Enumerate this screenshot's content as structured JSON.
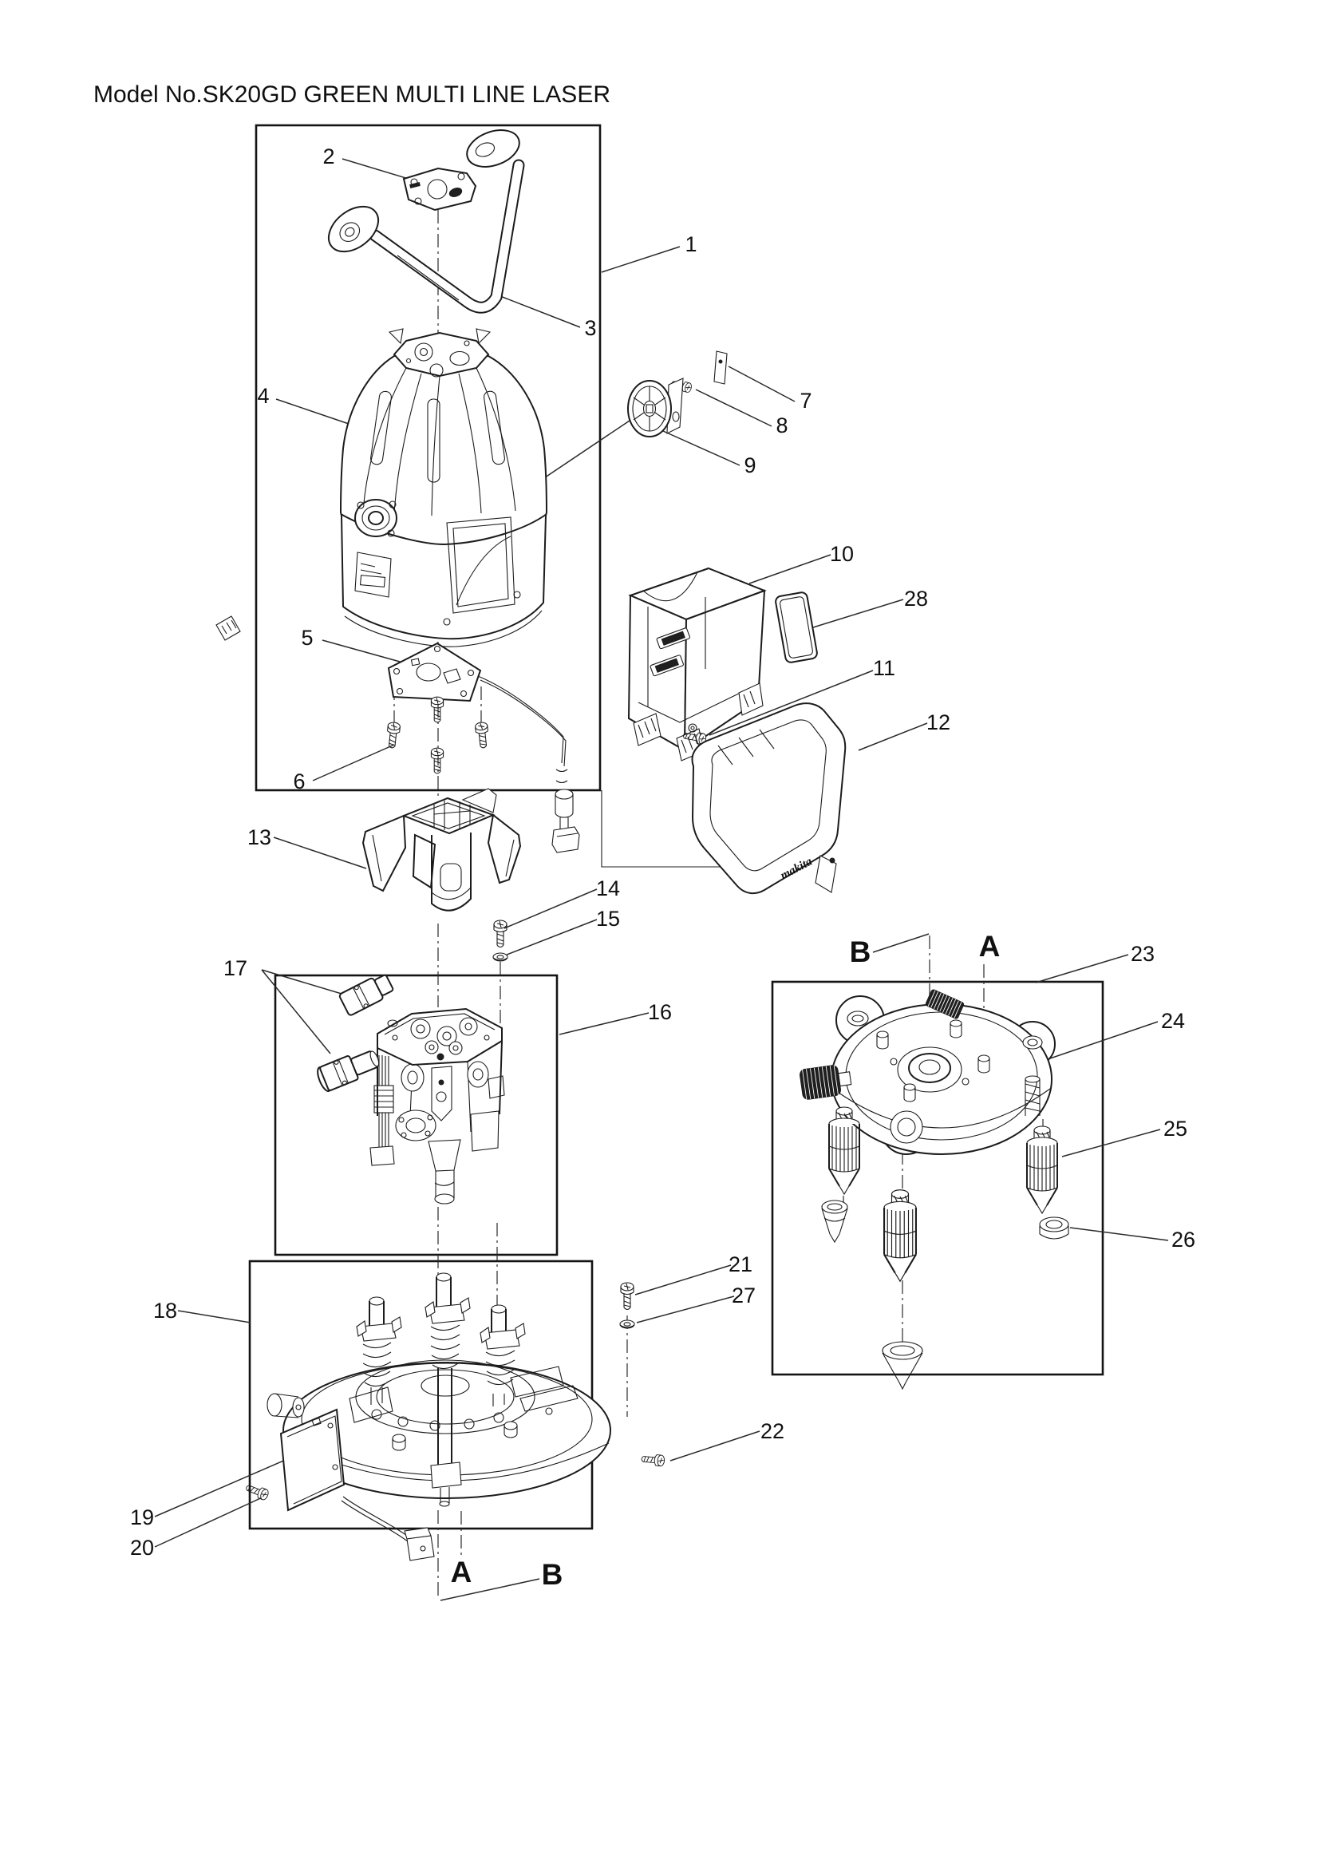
{
  "title": "Model No.SK20GD GREEN MULTI LINE LASER",
  "brand": "makita",
  "callouts": [
    {
      "label": "1"
    },
    {
      "label": "2"
    },
    {
      "label": "3"
    },
    {
      "label": "4"
    },
    {
      "label": "5"
    },
    {
      "label": "6"
    },
    {
      "label": "7"
    },
    {
      "label": "8"
    },
    {
      "label": "9"
    },
    {
      "label": "10"
    },
    {
      "label": "11"
    },
    {
      "label": "12"
    },
    {
      "label": "13"
    },
    {
      "label": "14"
    },
    {
      "label": "15"
    },
    {
      "label": "16"
    },
    {
      "label": "17"
    },
    {
      "label": "18"
    },
    {
      "label": "19"
    },
    {
      "label": "20"
    },
    {
      "label": "21"
    },
    {
      "label": "22"
    },
    {
      "label": "23"
    },
    {
      "label": "24"
    },
    {
      "label": "25"
    },
    {
      "label": "26"
    },
    {
      "label": "27"
    },
    {
      "label": "28"
    }
  ],
  "datums": {
    "box23_b": "B",
    "box23_a": "A",
    "base_a": "A",
    "base_b": "B"
  }
}
